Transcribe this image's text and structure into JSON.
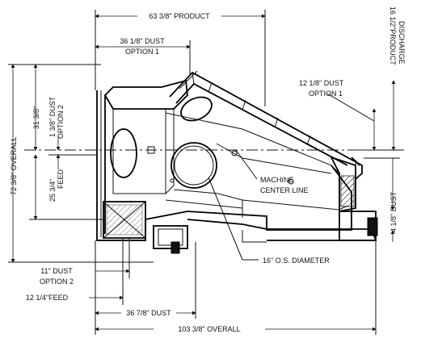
{
  "dimensions": {
    "product_width": "63 3/8\" PRODUCT",
    "dust_option_1_top": "36 1/8\" DUST",
    "dust_option_1_top_sub": "OPTION 1",
    "product_discharge": "16 1/2\"PRODUCT",
    "product_discharge_sub": "DISCHARGE",
    "dust_option_1_right": "12 1/8\" DUST",
    "dust_option_1_right_sub": "OPTION 1",
    "overall_height": "72 3/8\" OVERALL",
    "upper_height": "31 3/8\"",
    "dust_option_2_vert": "1 3/8\" DUST",
    "dust_option_2_vert_sub": "OPTION 2",
    "feed_height": "25 3/4\"",
    "feed_height_sub": "FEED",
    "machine_center": "MACHINE",
    "machine_center_sub": "CENTER LINE",
    "dust_right_vert": "4 1/8\" DUST",
    "diameter": "16\" O.S. DIAMETER",
    "dust_option_2_horiz": "11\" DUST",
    "dust_option_2_horiz_sub": "OPTION 2",
    "feed_horiz": "12 1/4\"FEED",
    "dust_bottom": "36 7/8\" DUST",
    "overall_width": "103 3/8\" OVERALL"
  },
  "colors": {
    "ink": "#111111",
    "paper": "#ffffff"
  }
}
